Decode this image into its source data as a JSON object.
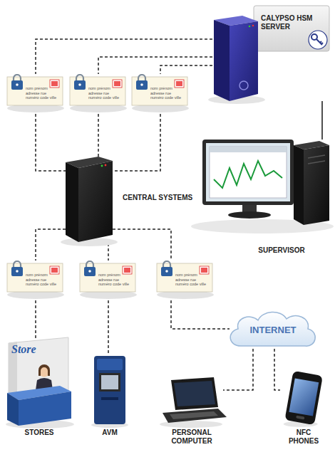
{
  "diagram": {
    "nodes": [
      {
        "text": [
          "CALYPSO HSM SERVER"
        ]
      },
      {
        "text": [
          "nom prénom adresse rue numéro code ville"
        ]
      },
      {
        "text": [
          "nom prénom adresse rue numéro code ville"
        ]
      },
      {
        "text": [
          "nom prénom adresse rue numéro code ville"
        ]
      },
      {
        "text": [
          "CENTRAL SYSTEMS"
        ]
      },
      {
        "text": [
          "SUPERVISOR"
        ]
      },
      {
        "text": [
          "nom prénom adresse rue numéro code ville"
        ]
      },
      {
        "text": [
          "nom prénom adresse rue numéro code ville"
        ]
      },
      {
        "text": [
          "nom prénom adresse rue numéro code ville"
        ]
      },
      {
        "text": [
          "INTERNET"
        ]
      },
      {
        "text": [
          "STORES"
        ]
      },
      {
        "text": [
          "AVM"
        ]
      },
      {
        "text": [
          "PERSONAL COMPUTER"
        ]
      },
      {
        "text": [
          "NFC PHONES"
        ]
      }
    ],
    "edges": [
      {
        "from": 0,
        "to": 1,
        "arrow": "none"
      },
      {
        "from": 1,
        "to": 4,
        "arrow": "none"
      },
      {
        "from": 0,
        "to": 2,
        "arrow": "none"
      },
      {
        "from": 2,
        "to": 4,
        "arrow": "none"
      },
      {
        "from": 0,
        "to": 3,
        "arrow": "none"
      },
      {
        "from": 3,
        "to": 4,
        "arrow": "none"
      },
      {
        "from": 0,
        "to": 5,
        "arrow": "none"
      },
      {
        "from": 4,
        "to": 6,
        "arrow": "none"
      },
      {
        "from": 4,
        "to": 7,
        "arrow": "none"
      },
      {
        "from": 4,
        "to": 8,
        "arrow": "none"
      },
      {
        "from": 6,
        "to": 10,
        "arrow": "none"
      },
      {
        "from": 7,
        "to": 11,
        "arrow": "none"
      },
      {
        "from": 8,
        "to": 9,
        "arrow": "none"
      },
      {
        "from": 9,
        "to": 12,
        "arrow": "none"
      },
      {
        "from": 9,
        "to": 13,
        "arrow": "none"
      }
    ],
    "labels": [
      "Store"
    ]
  }
}
